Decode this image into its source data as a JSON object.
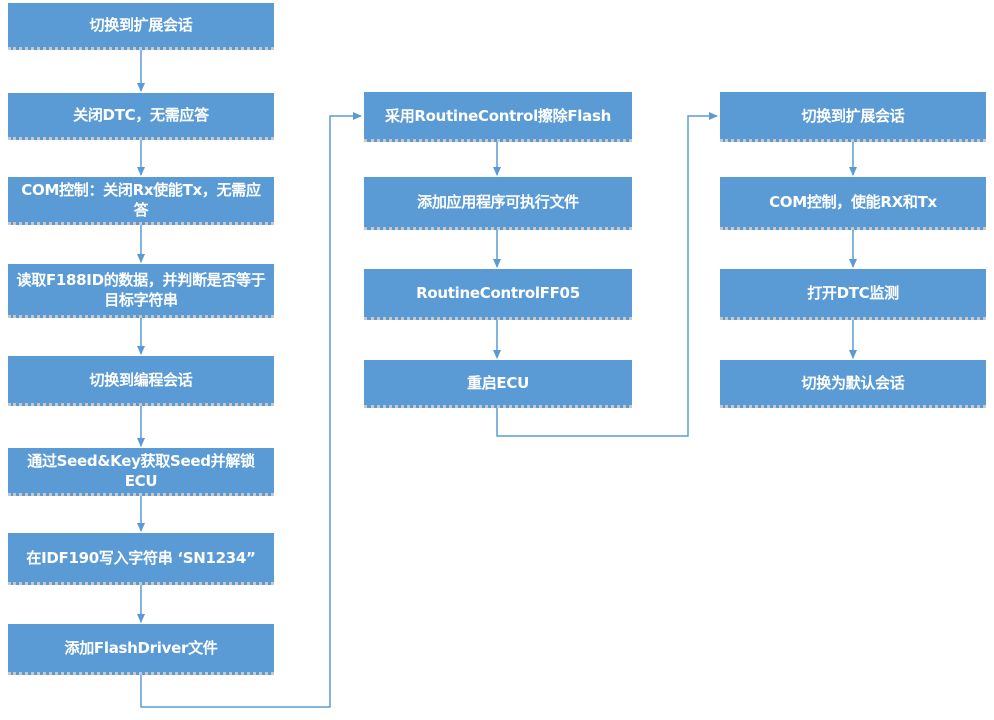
{
  "columns": [
    {
      "steps": [
        "切换到扩展会话",
        "关闭DTC，无需应答",
        "COM控制：关闭Rx使能Tx，无需应答",
        "读取F188ID的数据，并判断是否等于目标字符串",
        "切换到编程会话",
        "通过Seed&Key获取Seed并解锁ECU",
        "在IDF190写入字符串 ‘SN1234”",
        "添加FlashDriver文件"
      ]
    },
    {
      "steps": [
        "采用RoutineControl擦除Flash",
        "添加应用程序可执行文件",
        "RoutineControlFF05",
        "重启ECU"
      ]
    },
    {
      "steps": [
        "切换到扩展会话",
        "COM控制，使能RX和Tx",
        "打开DTC监测",
        "切换为默认会话"
      ]
    }
  ],
  "colors": {
    "box_fill": "#5b9bd5",
    "box_text": "#ffffff",
    "connector": "#5b9bd5"
  }
}
